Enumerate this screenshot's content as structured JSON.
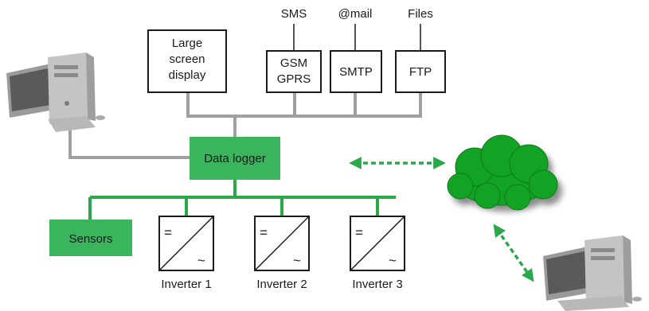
{
  "top_labels": {
    "sms": "SMS",
    "mail": "@mail",
    "files": "Files"
  },
  "display_box": {
    "line1": "Large",
    "line2": "screen",
    "line3": "display"
  },
  "gsm_box": {
    "line1": "GSM",
    "line2": "GPRS"
  },
  "smtp_box": {
    "label": "SMTP"
  },
  "ftp_box": {
    "label": "FTP"
  },
  "logger": {
    "label": "Data logger"
  },
  "sensors": {
    "label": "Sensors"
  },
  "inverters": [
    {
      "label": "Inverter 1",
      "ac": "=",
      "dc": "~"
    },
    {
      "label": "Inverter 2",
      "ac": "=",
      "dc": "~"
    },
    {
      "label": "Inverter 3",
      "ac": "=",
      "dc": "~"
    }
  ],
  "colors": {
    "green": "#2aa84a",
    "green_fill": "#3bb55d",
    "grey_line": "#a0a0a0",
    "cloud": "#13a324"
  },
  "icons": [
    "desktop-computer-icon",
    "cloud-icon",
    "bidirectional-arrow-icon"
  ]
}
